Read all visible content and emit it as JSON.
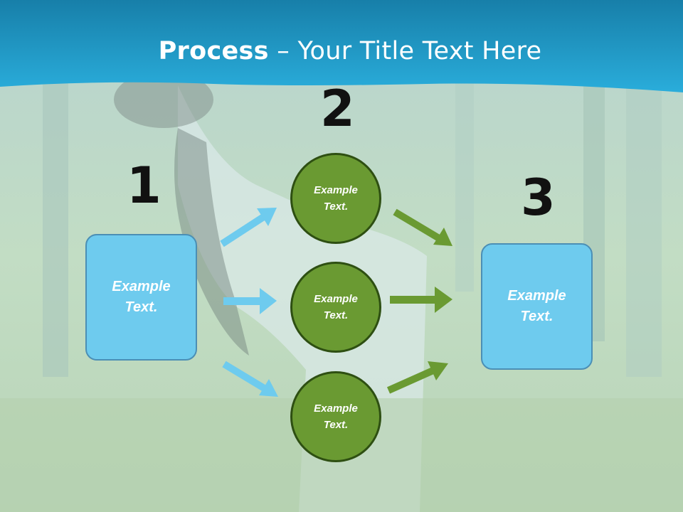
{
  "title": {
    "bold": "Process",
    "rest": " – Your Title Text Here"
  },
  "steps": [
    {
      "number": "1",
      "label": "Example\nText."
    },
    {
      "number": "2",
      "labels": [
        "Example\nText.",
        "Example\nText.",
        "Example\nText."
      ]
    },
    {
      "number": "3",
      "label": "Example\nText."
    }
  ],
  "colors": {
    "header": "#1e9fd0",
    "box": "#6ecbee",
    "circle": "#6a9a32",
    "arrow_blue": "#6ecbee",
    "arrow_green": "#6a9a32"
  }
}
